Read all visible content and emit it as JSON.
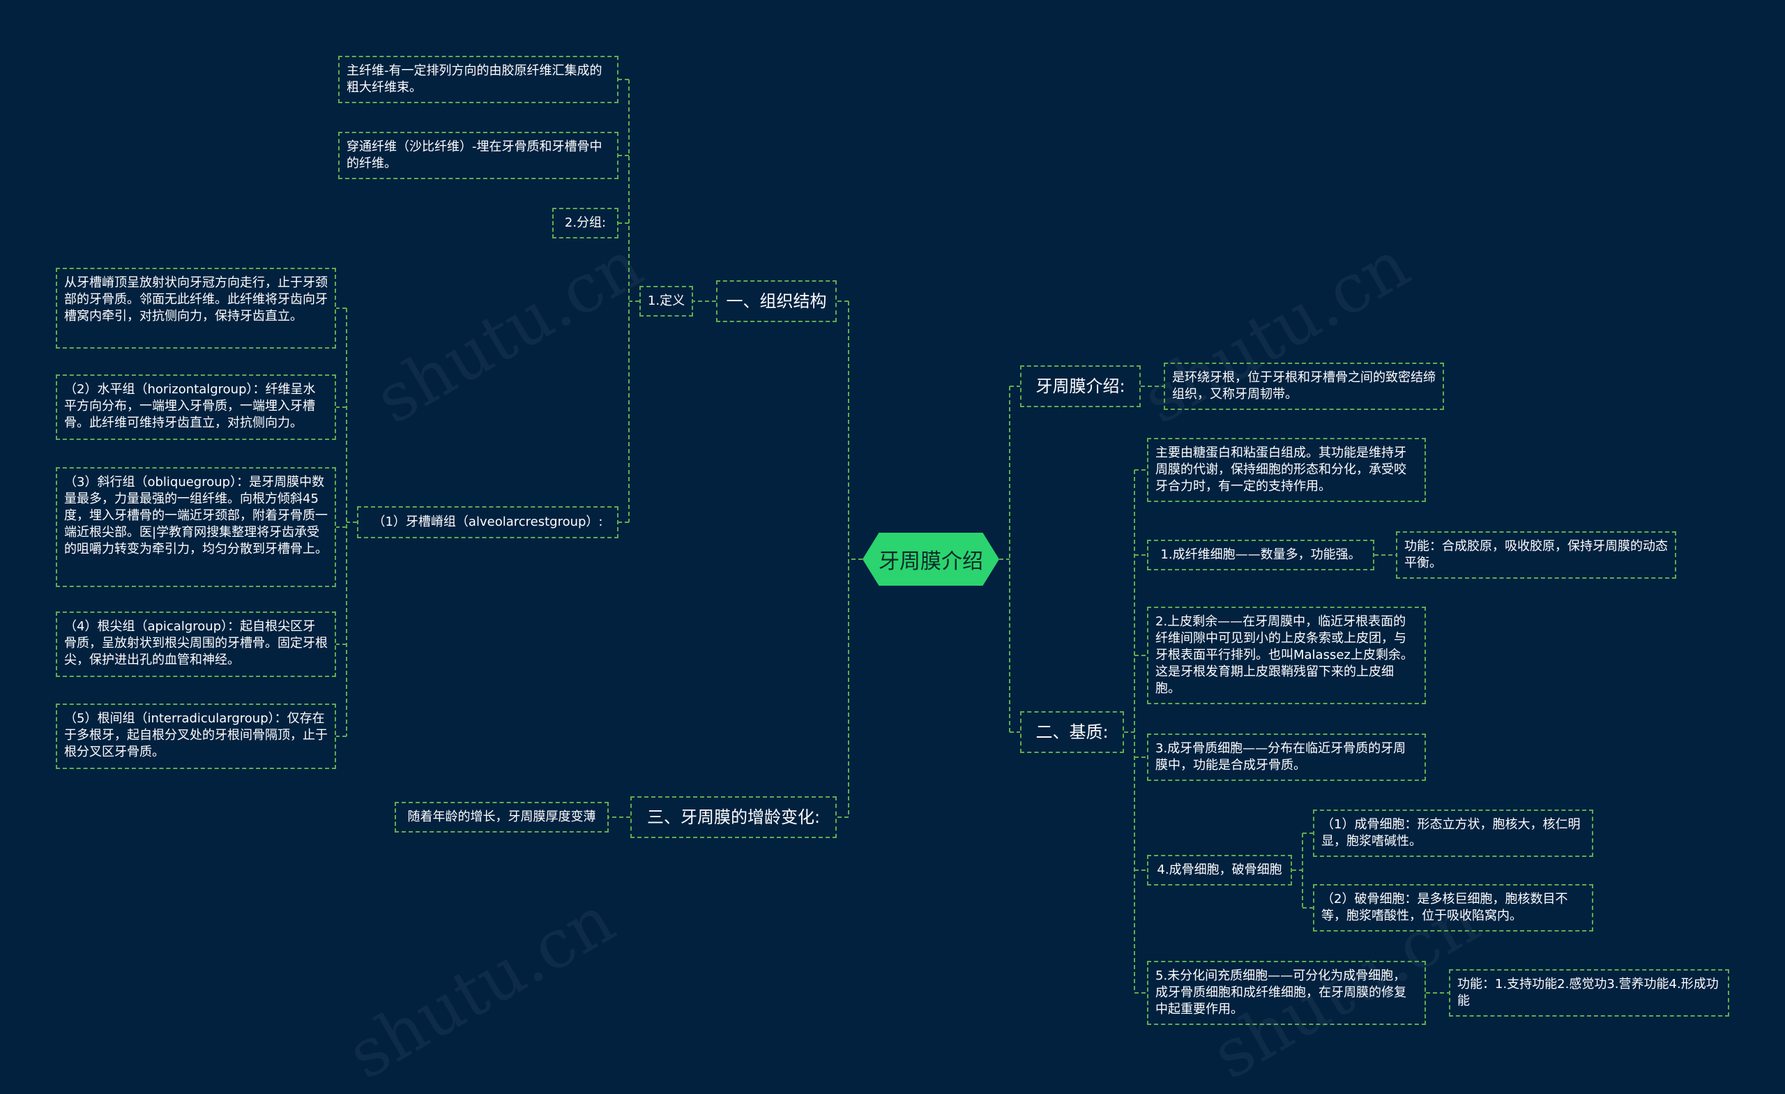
{
  "root": "牙周膜介绍",
  "branches": {
    "b1": "一、组织结构",
    "b3": "三、牙周膜的增龄变化:",
    "intro": "牙周膜介绍:",
    "b2": "二、基质:"
  },
  "structure": {
    "definition": "1.定义",
    "grouping": "2.分组:",
    "main_fiber": "主纤维-有一定排列方向的由胶原纤维汇集成的粗大纤维束。",
    "sharpey": "穿通纤维（沙比纤维）-埋在牙骨质和牙槽骨中的纤维。",
    "alveolar_group": "（1）牙槽嵴组（alveolarcrestgroup）:",
    "alveolar_desc": "从牙槽嵴顶呈放射状向牙冠方向走行，止于牙颈部的牙骨质。邻面无此纤维。此纤维将牙齿向牙槽窝内牵引，对抗侧向力，保持牙齿直立。",
    "horizontal": "（2）水平组（horizontalgroup）：纤维呈水平方向分布，一端埋入牙骨质，一端埋入牙槽骨。此纤维可维持牙齿直立，对抗侧向力。",
    "oblique": "（3）斜行组（obliquegroup）：是牙周膜中数量最多，力量最强的一组纤维。向根方倾斜45度，埋入牙槽骨的一端近牙颈部，附着牙骨质一端近根尖部。医|学教育网搜集整理将牙齿承受的咀嚼力转变为牵引力，均匀分散到牙槽骨上。",
    "apical": "（4）根尖组（apicalgroup）：起自根尖区牙骨质，呈放射状到根尖周围的牙槽骨。固定牙根尖，保护进出孔的血管和神经。",
    "interradicular": "（5）根间组（interradiculargroup）：仅存在于多根牙，起自根分叉处的牙根间骨隔顶，止于根分叉区牙骨质。"
  },
  "aging": {
    "desc": "随着年龄的增长，牙周膜厚度变薄"
  },
  "intro": {
    "desc": "是环绕牙根，位于牙根和牙槽骨之间的致密结缔组织，又称牙周韧带。"
  },
  "matrix": {
    "desc": "主要由糖蛋白和粘蛋白组成。其功能是维持牙周膜的代谢，保持细胞的形态和分化，承受咬牙合力时，有一定的支持作用。",
    "fibroblast": "1.成纤维细胞——数量多，功能强。",
    "fibroblast_fn": "功能：合成胶原，吸收胶原，保持牙周膜的动态平衡。",
    "epithelial": "2.上皮剩余——在牙周膜中，临近牙根表面的纤维间隙中可见到小的上皮条索或上皮团，与牙根表面平行排列。也叫Malassez上皮剩余。这是牙根发育期上皮跟鞘残留下来的上皮细胞。",
    "cementoblast": "3.成牙骨质细胞——分布在临近牙骨质的牙周膜中，功能是合成牙骨质。",
    "osteo": "4.成骨细胞，破骨细胞",
    "osteoblast": "（1）成骨细胞：形态立方状，胞核大，核仁明显，胞浆嗜碱性。",
    "osteoclast": "（2）破骨细胞：是多核巨细胞，胞核数目不等，胞浆嗜酸性，位于吸收陷窝内。",
    "mesenchymal": "5.未分化间充质细胞——可分化为成骨细胞，成牙骨质细胞和成纤维细胞，在牙周膜的修复中起重要作用。",
    "functions": "功能：1.支持功能2.感觉功3.营养功能4.形成功能"
  },
  "colors": {
    "background": "#02213f",
    "root_fill": "#2bd46e",
    "edge": "#5fae4c"
  }
}
